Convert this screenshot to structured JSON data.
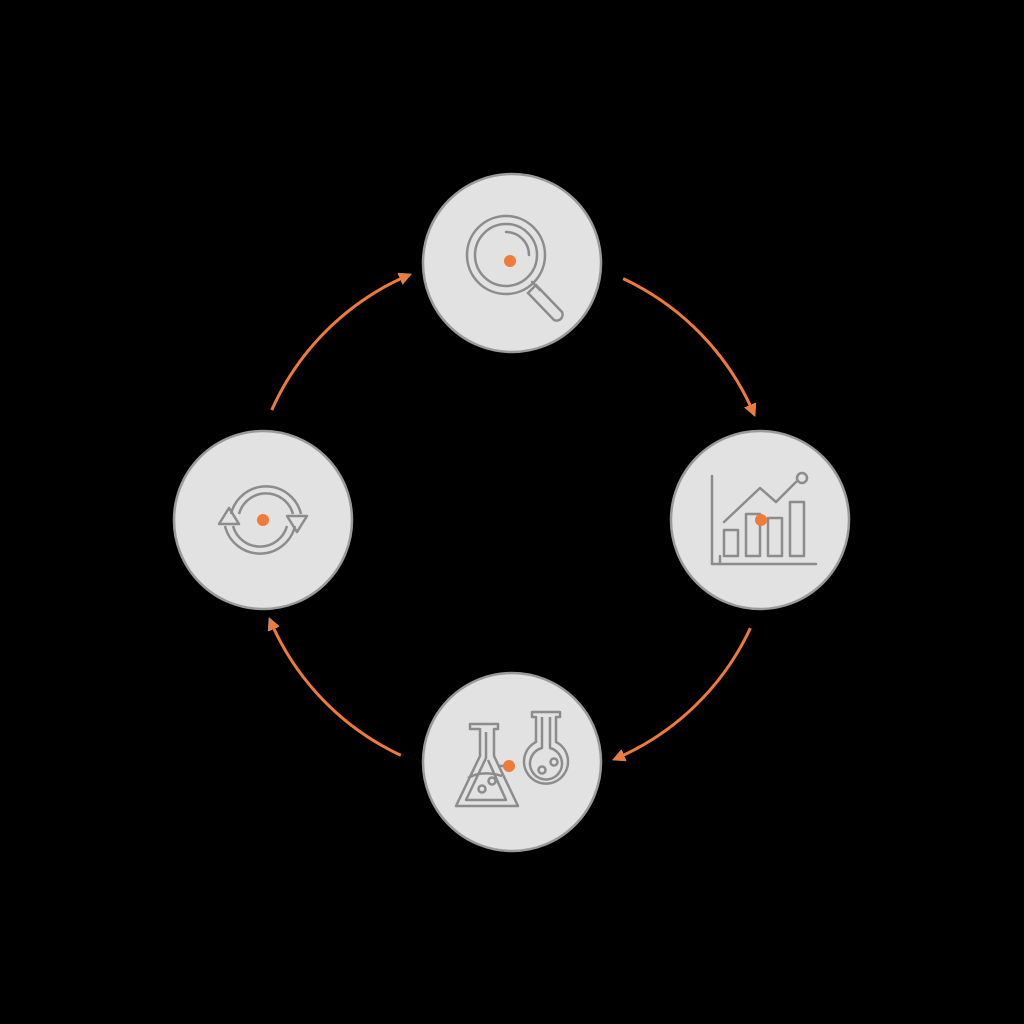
{
  "colors": {
    "background": "#000000",
    "accent": "#f07a3a",
    "node_fill": "#e2e2e2",
    "node_stroke": "#9a9a9a",
    "icon_stroke": "#8c8c8c"
  },
  "nodes": [
    {
      "id": "research",
      "icon": "magnifying-glass-icon"
    },
    {
      "id": "analysis",
      "icon": "bar-chart-growth-icon"
    },
    {
      "id": "experiment",
      "icon": "lab-flasks-icon"
    },
    {
      "id": "iterate",
      "icon": "refresh-cycle-icon"
    }
  ],
  "flow": "clockwise"
}
